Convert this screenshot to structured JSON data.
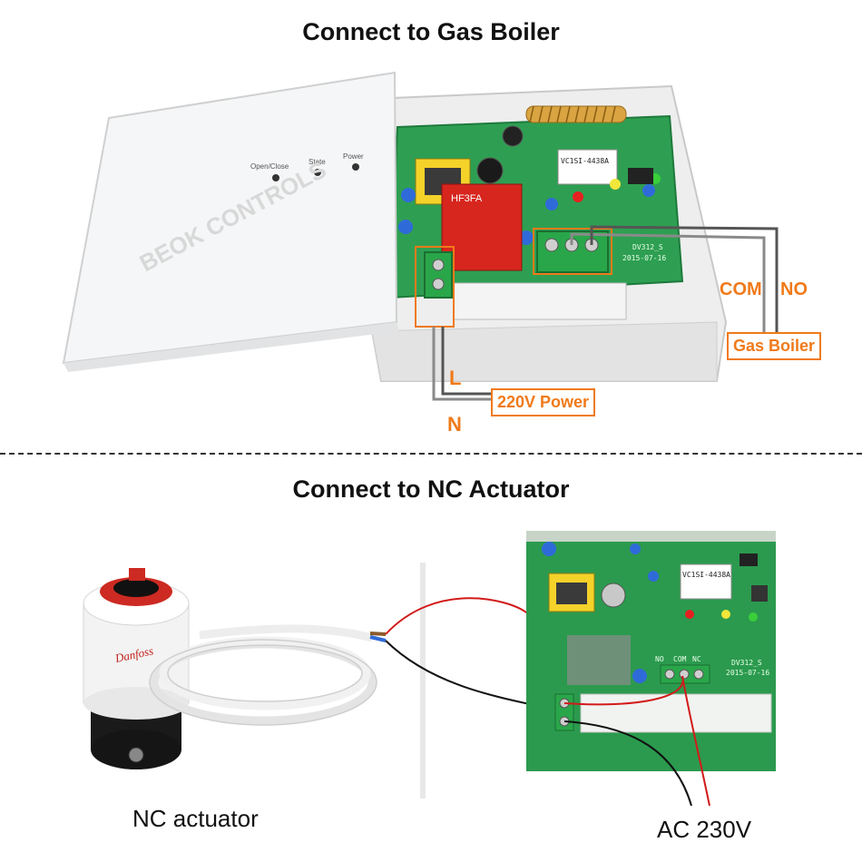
{
  "top": {
    "title": "Connect to Gas Boiler",
    "led_labels": [
      "Open/Close",
      "State",
      "Power"
    ],
    "watermark": "BEOK CONTROLS",
    "relay_text": "HF3FA",
    "chip_text": "VC1SI-4438A",
    "board_text": [
      "DV312_S",
      "2015-07-16"
    ],
    "labels": {
      "com": "COM",
      "no": "NO",
      "gas_boiler": "Gas Boiler",
      "l": "L",
      "n": "N",
      "power": "220V Power"
    }
  },
  "bottom": {
    "title": "Connect to NC Actuator",
    "actuator_label": "NC actuator",
    "actuator_brand": "Danfoss",
    "ac_label": "AC 230V",
    "terminal_labels": [
      "NO",
      "COM",
      "NC"
    ],
    "chip_text": "VC1SI-4438A",
    "board_text": [
      "DV312_S",
      "2015-07-16"
    ]
  },
  "colors": {
    "accent": "#f07a1a",
    "pcb": "#2e9f52",
    "wire_red": "#d21a1a",
    "wire_black": "#111111",
    "wire_gray": "#666666"
  }
}
